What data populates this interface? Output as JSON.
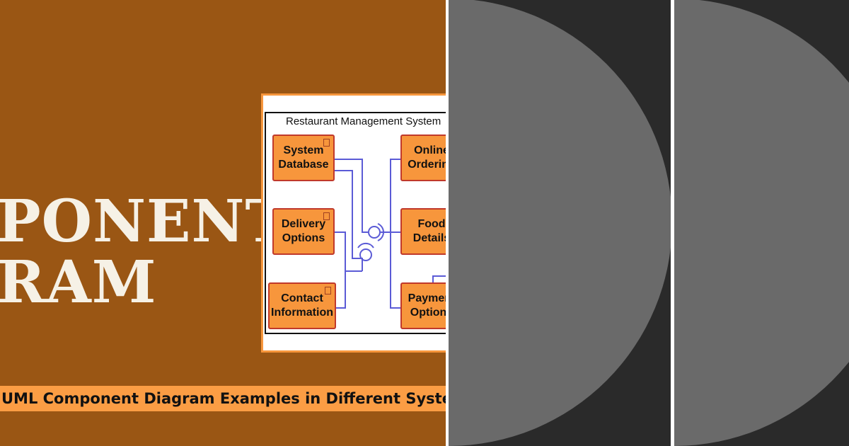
{
  "hero": {
    "line1": "PONENT",
    "line2": "RAM"
  },
  "banner": "UML Component Diagram Examples in Different System Pro",
  "diagram": {
    "title": "Restaurant Management System",
    "components": [
      "System Database",
      "Delivery Options",
      "Contact Information",
      "Online Ordering",
      "Food Details",
      "Payment Options"
    ]
  },
  "colors": {
    "background": "#9a5614",
    "banner": "#fb9d44",
    "component": "#f7963c",
    "wire": "#5b5bd6",
    "panel": "#2a2a2a",
    "circle": "#6a6a6a"
  }
}
